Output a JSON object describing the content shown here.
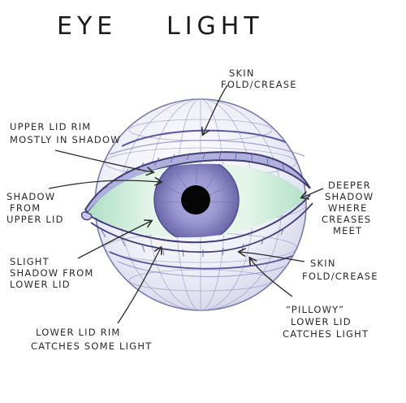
{
  "title": {
    "word1": "EYE",
    "word2": "LIGHT"
  },
  "labels": {
    "skin_fold_top": [
      "SKIN",
      "FOLD/CREASE"
    ],
    "upper_lid_rim": [
      "UPPER LID RIM",
      "MOSTLY IN SHADOW"
    ],
    "shadow_upper_lid": [
      "SHADOW",
      "FROM",
      "UPPER LID"
    ],
    "deeper_shadow": [
      "DEEPER",
      "SHADOW",
      "WHERE",
      "CREASES",
      "MEET"
    ],
    "slight_shadow": [
      "SLIGHT",
      "SHADOW FROM",
      "LOWER LID"
    ],
    "skin_fold_bottom": [
      "SKIN",
      "FOLD/CREASE"
    ],
    "pillowy_lower_lid": [
      "“PILLOWY”",
      "LOWER LID",
      "CATCHES LIGHT"
    ],
    "lower_lid_rim": [
      "LOWER LID RIM",
      "CATCHES SOME LIGHT"
    ]
  },
  "colors": {
    "globe_outline": "#7a7ab0",
    "globe_fill": "#eeeef8",
    "iris": "#9a96d0",
    "iris_dark": "#6a66a8",
    "pupil": "#050505",
    "eyelid_line": "#3f3d78",
    "lid_shading": "#8b8bc4",
    "sclera_green": "#b8e6c8"
  }
}
